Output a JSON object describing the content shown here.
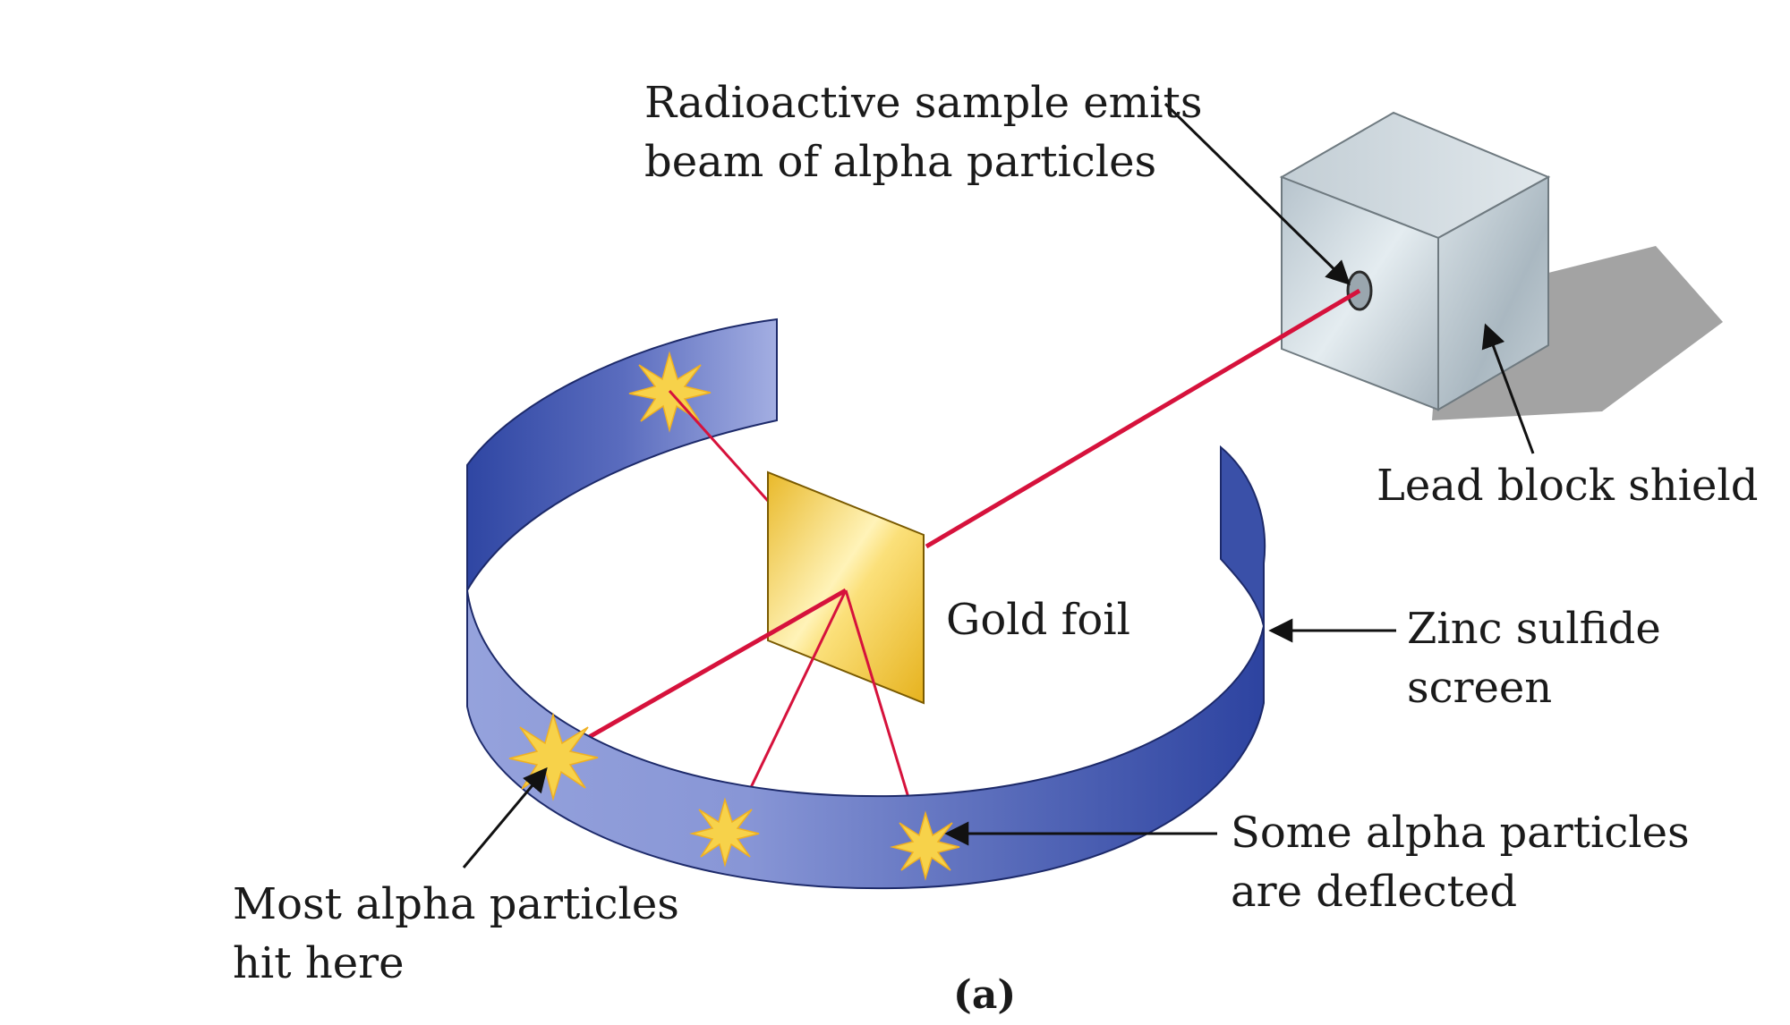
{
  "labels": {
    "radioactive": [
      "Radioactive sample emits",
      "beam of alpha particles"
    ],
    "lead": "Lead block shield",
    "gold": "Gold foil",
    "zinc": [
      "Zinc sulfide",
      "screen"
    ],
    "deflected": [
      "Some alpha particles",
      "are deflected"
    ],
    "most": [
      "Most alpha particles",
      "hit here"
    ],
    "caption": "(a)"
  },
  "colors": {
    "beam": "#d6123c",
    "screen": "#3b52a6",
    "screen_light": "#a9b3e0",
    "foil": "#f2cc3c",
    "lead_block": "#c9d3da",
    "shadow": "#a0a0a0",
    "flash": "#f7d24a"
  }
}
